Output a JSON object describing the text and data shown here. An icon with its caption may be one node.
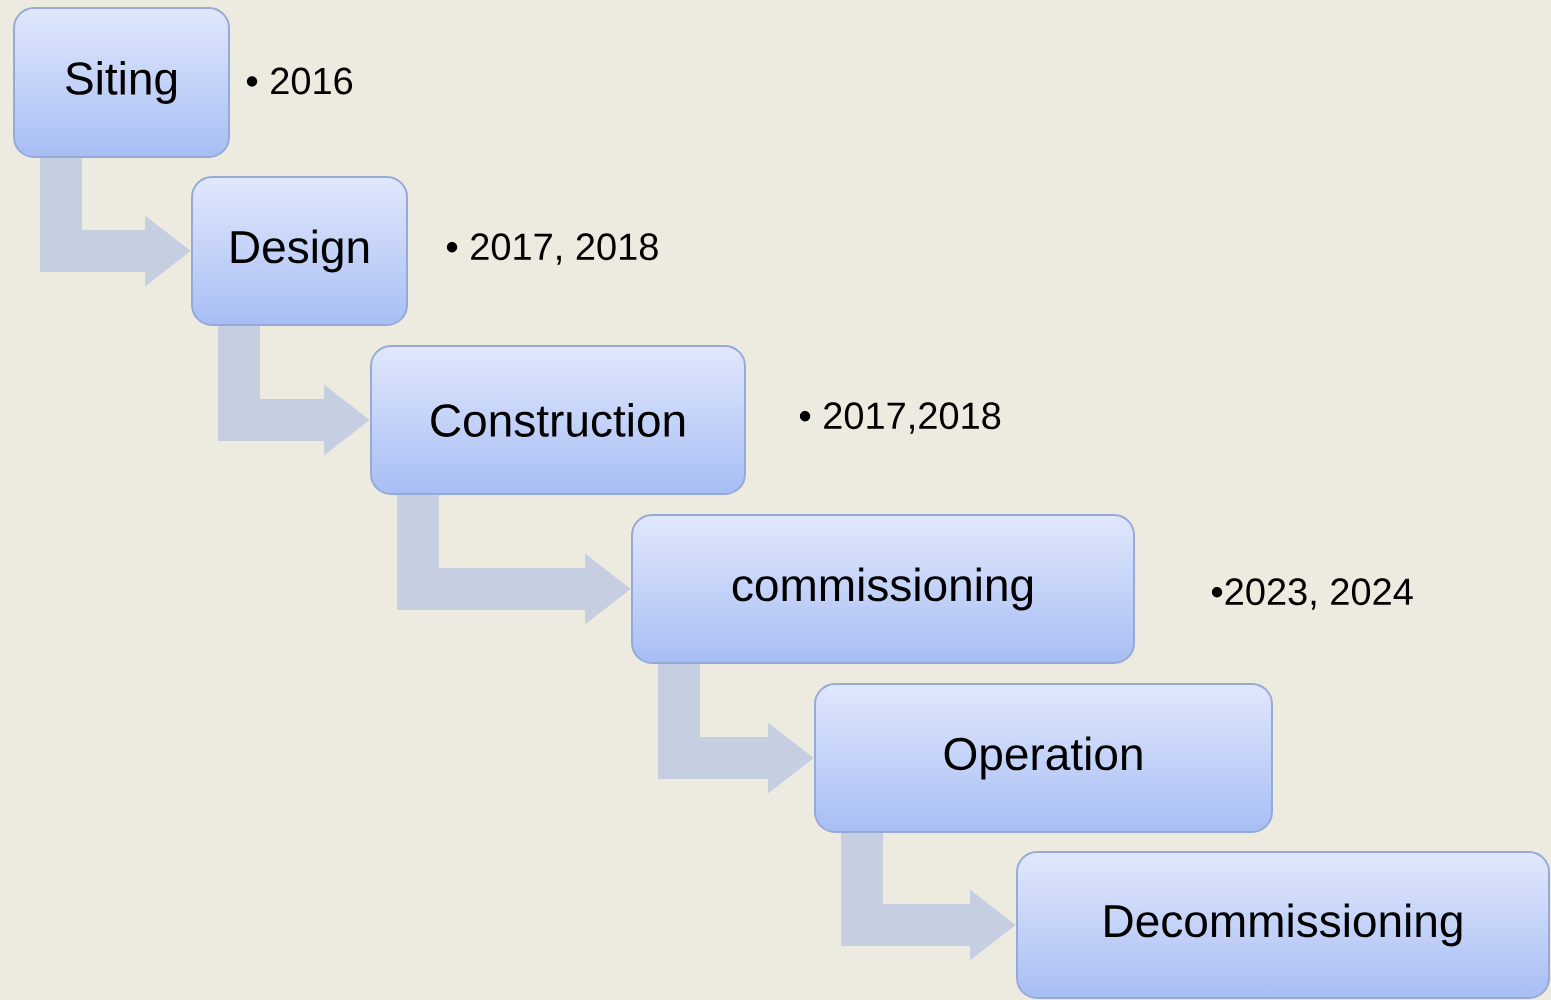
{
  "diagram": {
    "nodes": [
      {
        "text": [
          "Siting"
        ],
        "beside": [
          "• 2016"
        ]
      },
      {
        "text": [
          "Design"
        ],
        "beside": [
          "• 2017, 2018"
        ]
      },
      {
        "text": [
          "Construction"
        ],
        "beside": [
          "• 2017,2018"
        ]
      },
      {
        "text": [
          "commissioning"
        ],
        "beside": [
          "•2023, 2024"
        ]
      },
      {
        "text": [
          "Operation"
        ]
      },
      {
        "text": [
          "Decommissioning"
        ]
      }
    ],
    "edges": [
      {
        "from": 0,
        "to": 1,
        "arrow": "to"
      },
      {
        "from": 1,
        "to": 2,
        "arrow": "to"
      },
      {
        "from": 2,
        "to": 3,
        "arrow": "to"
      },
      {
        "from": 3,
        "to": 4,
        "arrow": "to"
      },
      {
        "from": 4,
        "to": 5,
        "arrow": "to"
      }
    ]
  }
}
